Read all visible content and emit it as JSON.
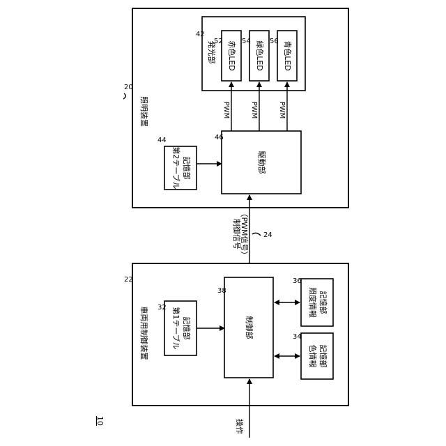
{
  "figure_number": "10",
  "operation_label": "操作",
  "lighting_device": {
    "title": "照明装置",
    "ref": "20",
    "light_emitter": {
      "title": "発光部",
      "ref": "42"
    },
    "red_led": {
      "label": "赤色LED",
      "ref": "52"
    },
    "green_led": {
      "label": "緑色LED",
      "ref": "54"
    },
    "blue_led": {
      "label": "青色LED",
      "ref": "56"
    },
    "second_table": {
      "line1": "第2テーブル",
      "line2": "記憶部",
      "ref": "44"
    },
    "driver": {
      "label": "駆動部",
      "ref": "46"
    },
    "pwm_labels": [
      "PWM",
      "PWM",
      "PWM"
    ]
  },
  "control_signal": {
    "line1": "制御信号",
    "line2": "（PWM信号）",
    "ref": "24"
  },
  "vehicle_controller": {
    "title": "車両用制御装置",
    "ref": "22",
    "first_table": {
      "line1": "第1テーブル",
      "line2": "記憶部",
      "ref": "32"
    },
    "control_unit": {
      "label": "制御部",
      "ref": "38"
    },
    "illuminance_storage": {
      "line1": "照度情報",
      "line2": "記憶部",
      "ref": "36"
    },
    "color_storage": {
      "line1": "色情報",
      "line2": "記憶部",
      "ref": "34"
    }
  }
}
